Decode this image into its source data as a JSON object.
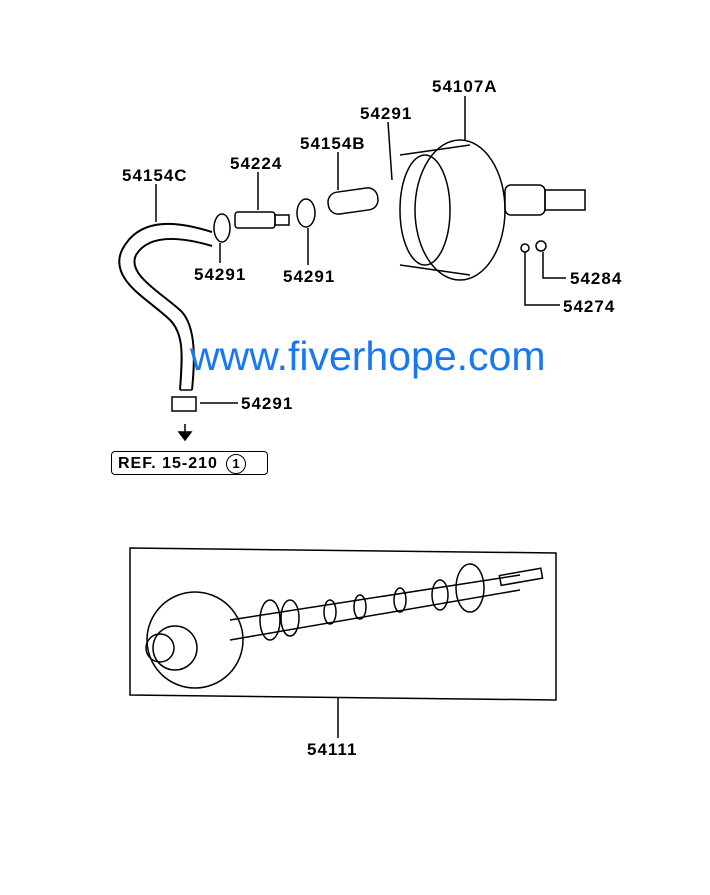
{
  "parts": {
    "booster": "54107A",
    "clamp_top": "54291",
    "hose_b": "54154B",
    "check_valve": "54224",
    "hose_c": "54154C",
    "clamp_left": "54291",
    "clamp_mid": "54291",
    "nut": "54284",
    "washer": "54274",
    "clamp_bottom": "54291",
    "master_kit": "54111"
  },
  "reference": {
    "text": "REF. 15-210",
    "index": "1"
  },
  "watermark": "www.fiverhope.com"
}
